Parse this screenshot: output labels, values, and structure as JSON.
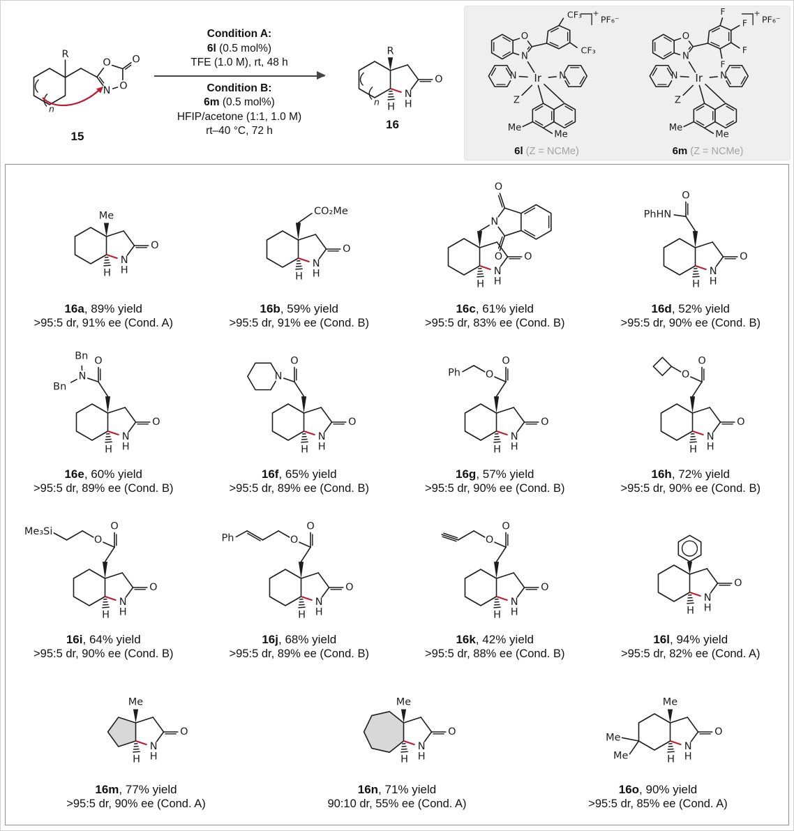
{
  "caption_sep": ", ",
  "atoms": {
    "O": "O",
    "N": "N",
    "H": "H",
    "Ir": "Ir",
    "Z": "Z",
    "Me": "Me"
  },
  "colors": {
    "ink": "#1d1d1d",
    "highlight": "#c2182f",
    "ring_fill": "#d8d8d8",
    "box_bg": "#efefef",
    "gray_text": "#a3a3a3",
    "arrow": "#454545"
  },
  "figure": {
    "substrate_label": "15",
    "product_label": "16",
    "r_label": "R",
    "n_label": "n",
    "conditions": {
      "a_title": "Condition A:",
      "a_cat": "6l",
      "a_cat_rest": " (0.5 mol%)",
      "a_line2": "TFE (1.0 M), rt, 48 h",
      "b_title": "Condition B:",
      "b_cat": "6m",
      "b_cat_rest": " (0.5 mol%)",
      "b_line2": "HFIP/acetone (1:1, 1.0 M)",
      "b_line3": "rt–40 °C, 72 h"
    },
    "catalysts": [
      {
        "name": "6l",
        "note": "(Z = NCMe)",
        "counterion": "PF₆⁻",
        "charge": "+",
        "aryl_labels": [
          "CF₃",
          "CF₃"
        ]
      },
      {
        "name": "6m",
        "note": "(Z = NCMe)",
        "counterion": "PF₆⁻",
        "charge": "+",
        "aryl_labels": [
          "F",
          "F",
          "F",
          "F"
        ]
      }
    ]
  },
  "products": [
    {
      "id": "16a",
      "yield": "89% yield",
      "stereo": ">95:5 dr, 91% ee (Cond. A)",
      "struct": {
        "type": "label",
        "sub": "Me",
        "ring": 6
      }
    },
    {
      "id": "16b",
      "yield": "59% yield",
      "stereo": ">95:5 dr, 91% ee (Cond. B)",
      "struct": {
        "type": "chainLabel",
        "sub": "CO₂Me",
        "ring": 6
      }
    },
    {
      "id": "16c",
      "yield": "61% yield",
      "stereo": ">95:5 dr, 83% ee (Cond. B)",
      "struct": {
        "type": "phthalimide",
        "ring": 6
      }
    },
    {
      "id": "16d",
      "yield": "52% yield",
      "stereo": ">95:5 dr, 90% ee (Cond. B)",
      "struct": {
        "type": "amideNHPh",
        "sub": "PhHN",
        "ring": 6
      }
    },
    {
      "id": "16e",
      "yield": "60% yield",
      "stereo": ">95:5 dr, 89% ee (Cond. B)",
      "struct": {
        "type": "amideNBn2",
        "sub": "Bn",
        "ring": 6
      }
    },
    {
      "id": "16f",
      "yield": "65% yield",
      "stereo": ">95:5 dr, 89% ee (Cond. B)",
      "struct": {
        "type": "amidePiperidine",
        "ring": 6
      }
    },
    {
      "id": "16g",
      "yield": "57% yield",
      "stereo": ">95:5 dr, 90% ee (Cond. B)",
      "struct": {
        "type": "esterBn",
        "sub": "Ph",
        "ring": 6
      }
    },
    {
      "id": "16h",
      "yield": "72% yield",
      "stereo": ">95:5 dr, 90% ee (Cond. B)",
      "struct": {
        "type": "esterCyclobutyl",
        "ring": 6
      }
    },
    {
      "id": "16i",
      "yield": "64% yield",
      "stereo": ">95:5 dr, 90% ee (Cond. B)",
      "struct": {
        "type": "esterTMSEthyl",
        "sub": "Me₃Si",
        "ring": 6
      }
    },
    {
      "id": "16j",
      "yield": "68% yield",
      "stereo": ">95:5 dr, 89% ee (Cond. B)",
      "struct": {
        "type": "esterCinnamyl",
        "sub": "Ph",
        "ring": 6
      }
    },
    {
      "id": "16k",
      "yield": "42% yield",
      "stereo": ">95:5 dr, 88% ee (Cond. B)",
      "struct": {
        "type": "esterButynyl",
        "ring": 6
      }
    },
    {
      "id": "16l",
      "yield": "94% yield",
      "stereo": ">95:5 dr, 82% ee (Cond. A)",
      "struct": {
        "type": "phenyl",
        "ring": 6
      }
    },
    {
      "id": "16m",
      "yield": "77% yield",
      "stereo": ">95:5 dr, 90% ee (Cond. A)",
      "struct": {
        "type": "label",
        "sub": "Me",
        "ring": 5,
        "shaded": true
      }
    },
    {
      "id": "16n",
      "yield": "71% yield",
      "stereo": "90:10 dr, 55% ee (Cond. A)",
      "struct": {
        "type": "label",
        "sub": "Me",
        "ring": 7,
        "shaded": true
      }
    },
    {
      "id": "16o",
      "yield": "90% yield",
      "stereo": ">95:5 dr, 85% ee (Cond. A)",
      "struct": {
        "type": "label",
        "sub": "Me",
        "ring": 6,
        "gem": true
      }
    }
  ]
}
